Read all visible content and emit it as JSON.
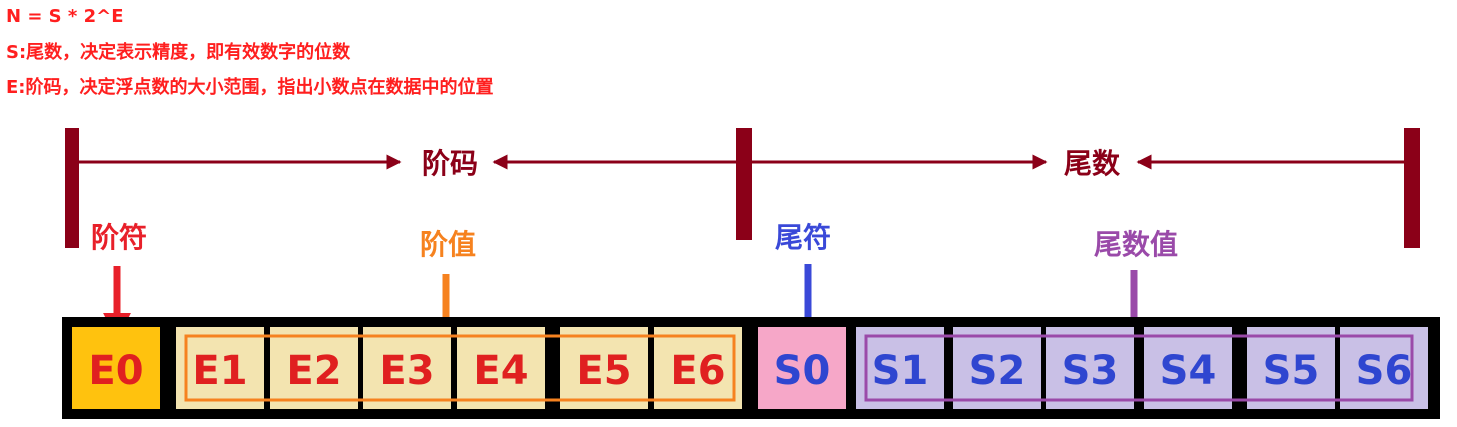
{
  "formula": {
    "line1": "N = S * 2^E",
    "line2": "S:尾数，决定表示精度，即有效数字的位数",
    "line3": "E:阶码，决定浮点数的大小范围，指出小数点在数据中的位置"
  },
  "ranges": {
    "exponent_label": "阶码",
    "mantissa_label": "尾数"
  },
  "annotations": {
    "exponent_sign": "阶符",
    "exponent_value": "阶值",
    "mantissa_sign": "尾符",
    "mantissa_value": "尾数值"
  },
  "cells": [
    {
      "label": "E0",
      "group": "exponent-sign"
    },
    {
      "label": "E1",
      "group": "exponent-value"
    },
    {
      "label": "E2",
      "group": "exponent-value"
    },
    {
      "label": "E3",
      "group": "exponent-value"
    },
    {
      "label": "E4",
      "group": "exponent-value"
    },
    {
      "label": "E5",
      "group": "exponent-value"
    },
    {
      "label": "E6",
      "group": "exponent-value"
    },
    {
      "label": "S0",
      "group": "mantissa-sign"
    },
    {
      "label": "S1",
      "group": "mantissa-value"
    },
    {
      "label": "S2",
      "group": "mantissa-value"
    },
    {
      "label": "S3",
      "group": "mantissa-value"
    },
    {
      "label": "S4",
      "group": "mantissa-value"
    },
    {
      "label": "S5",
      "group": "mantissa-value"
    },
    {
      "label": "S6",
      "group": "mantissa-value"
    }
  ],
  "colors": {
    "formula_text": "#ff1f1f",
    "dark_red": "#8b0018",
    "red": "#e8202a",
    "orange": "#f6821f",
    "blue": "#3a49d8",
    "purple": "#9a4aa9",
    "exponent_sign_fill": "#ffc20e",
    "exponent_sign_text": "#e02020",
    "exponent_value_fill": "#f3e4b0",
    "exponent_value_text": "#e02020",
    "mantissa_sign_fill": "#f6a7c8",
    "mantissa_value_fill": "#c9c0e6",
    "cell_blue_text": "#2f46d0",
    "band": "#000000"
  }
}
